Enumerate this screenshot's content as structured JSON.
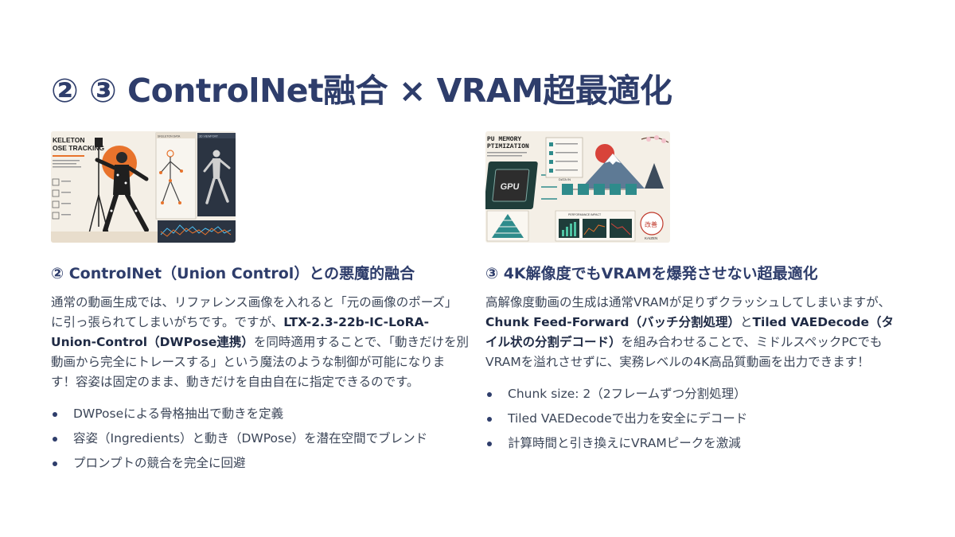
{
  "title": "② ③ ControlNet融合 × VRAM超最適化",
  "left": {
    "thumb": {
      "heading_lines": [
        "KELETON",
        "OSE TRACKING"
      ],
      "center_tab": "SKELETON DATA",
      "right_tab": "3D VIEWPORT"
    },
    "heading": "② ControlNet（Union Control）との悪魔的融合",
    "body": {
      "p1": "通常の動画生成では、リファレンス画像を入れると「元の画像のポーズ」に引っ張られてしまいがちです。ですが、",
      "b1": "LTX-2.3-22b-IC-LoRA-Union-Control（DWPose連携）",
      "p2": "を同時適用することで、「動きだけを別動画から完全にトレースする」という魔法のような制御が可能になります！容姿は固定のまま、動きだけを自由自在に指定できるのです。"
    },
    "bullets": [
      "DWPoseによる骨格抽出で動きを定義",
      "容姿（Ingredients）と動き（DWPose）を潜在空間でブレンド",
      "プロンプトの競合を完全に回避"
    ]
  },
  "right": {
    "thumb": {
      "heading_lines": [
        "PU MEMORY",
        "PTIMIZATION"
      ],
      "chip_label": "GPU",
      "stamp_label": "改善",
      "stamp_caption": "KAIZEN",
      "data_in": "DATA IN",
      "perf_label": "PERFORMANCE IMPACT"
    },
    "heading": "③ 4K解像度でもVRAMを爆発させない超最適化",
    "body": {
      "p1": "高解像度動画の生成は通常VRAMが足りずクラッシュしてしまいますが、",
      "b1": "Chunk Feed-Forward（バッチ分割処理）",
      "p2": "と",
      "b2": "Tiled VAEDecode（タイル状の分割デコード）",
      "p3": "を組み合わせることで、ミドルスペックPCでもVRAMを溢れさせずに、実務レベルの4K高品質動画を出力できます！"
    },
    "bullets": [
      "Chunk size: 2（2フレームずつ分割処理）",
      "Tiled VAEDecodeで出力を安全にデコード",
      "計算時間と引き換えにVRAMピークを激減"
    ]
  },
  "colors": {
    "title": "#2e3d6b",
    "body": "#3c4658",
    "accent_orange": "#e8732c",
    "accent_red": "#c0392b",
    "panel_dark": "#2b3442",
    "teal": "#2e8b8b"
  }
}
